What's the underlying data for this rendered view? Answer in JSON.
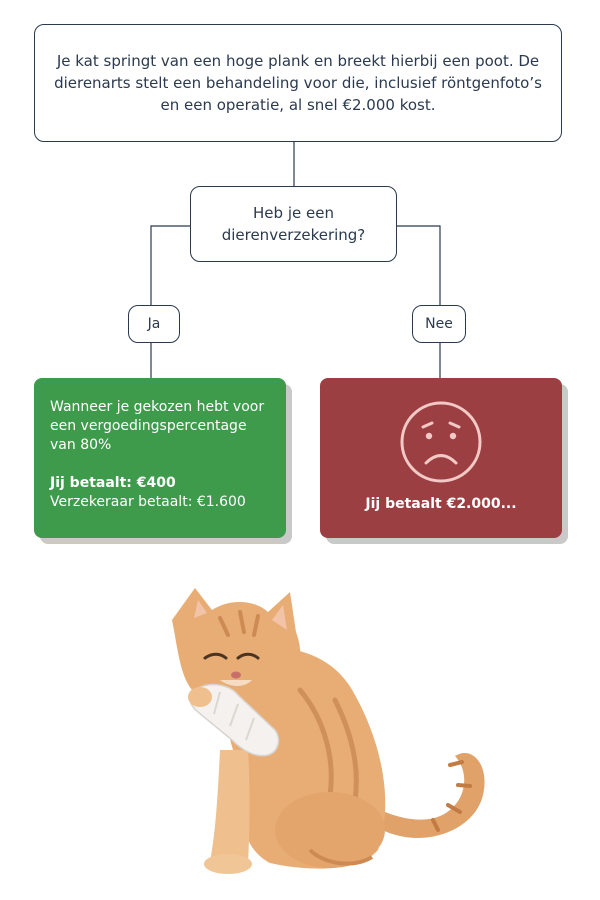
{
  "scenario": {
    "text": "Je kat springt van een hoge plank en breekt hierbij een poot. De dierenarts stelt een behandeling voor die, inclusief röntgenfoto’s en een operatie, al snel €2.000 kost."
  },
  "question": {
    "text": "Heb je een dierenverzekering?"
  },
  "answers": {
    "yes": "Ja",
    "no": "Nee"
  },
  "result_yes": {
    "intro": "Wanneer je gekozen hebt voor een vergoedingspercentage van 80%",
    "you_pay": "Jij betaalt: €400",
    "insurer_pays": "Verzekeraar betaalt: €1.600"
  },
  "result_no": {
    "icon": "sad-face-icon",
    "you_pay": "Jij betaalt €2.000..."
  },
  "colors": {
    "line": "#2b3a4f",
    "yes_box": "#3f9b4c",
    "no_box": "#9b3f42",
    "shadow": "#c9c9c9",
    "face": "#f3c9c6"
  },
  "image": {
    "subject": "cat-with-bandaged-paw"
  }
}
